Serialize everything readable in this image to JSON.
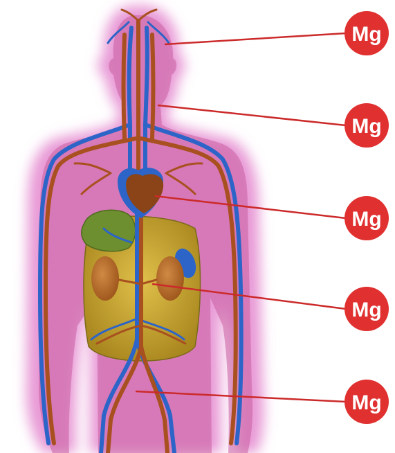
{
  "diagram": {
    "figure": "human-body-circulatory-system",
    "colors": {
      "body_glow": "#e58fd0",
      "body_fill": "#c75a9b",
      "artery": "#a8501f",
      "vein": "#2c64c8",
      "heart": "#8a4418",
      "liver": "#6b8e2e",
      "abdomen": "#c8a12a",
      "kidney": "#b46a2a",
      "callout_line": "#cc2a2a",
      "badge_fill": "#e03030",
      "badge_text": "#ffffff"
    },
    "callouts": [
      {
        "label": "Mg",
        "target": "brain"
      },
      {
        "label": "Mg",
        "target": "neck"
      },
      {
        "label": "Mg",
        "target": "heart"
      },
      {
        "label": "Mg",
        "target": "kidney"
      },
      {
        "label": "Mg",
        "target": "pelvis"
      }
    ]
  }
}
